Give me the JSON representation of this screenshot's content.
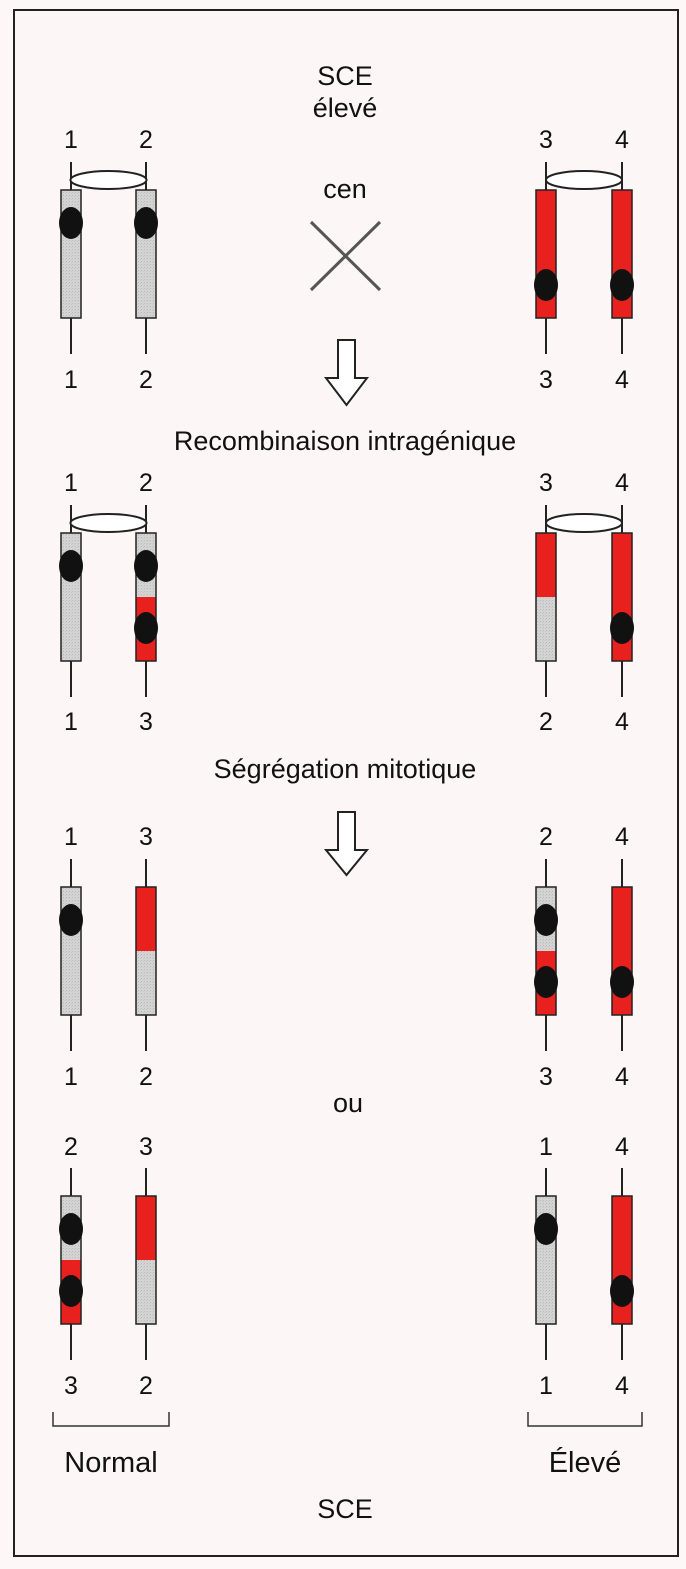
{
  "title": {
    "line1": "SCE",
    "line2": "élevé"
  },
  "cen_label": "cen",
  "steps": {
    "recombination": "Recombinaison intragénique",
    "segregation": "Ségrégation mitotique",
    "or": "ou"
  },
  "groups": {
    "normal": "Normal",
    "high": "Élevé"
  },
  "footer": "SCE",
  "colors": {
    "grey": "#d6d6d6",
    "red": "#e8201e",
    "dot": "#111111",
    "line": "#222222"
  },
  "panels": [
    {
      "id": "parents",
      "chromatids": [
        {
          "top_label": "1",
          "bottom_label": "1",
          "segments": [
            "grey",
            "grey"
          ],
          "dots": [
            "upper"
          ]
        },
        {
          "top_label": "2",
          "bottom_label": "2",
          "segments": [
            "grey",
            "grey"
          ],
          "dots": [
            "upper"
          ]
        },
        {
          "top_label": "3",
          "bottom_label": "3",
          "segments": [
            "red",
            "red"
          ],
          "dots": [
            "lower"
          ]
        },
        {
          "top_label": "4",
          "bottom_label": "4",
          "segments": [
            "red",
            "red"
          ],
          "dots": [
            "lower"
          ]
        }
      ]
    },
    {
      "id": "after-recombination",
      "chromatids": [
        {
          "top_label": "1",
          "bottom_label": "1",
          "segments": [
            "grey",
            "grey"
          ],
          "dots": [
            "upper"
          ]
        },
        {
          "top_label": "2",
          "bottom_label": "3",
          "segments": [
            "grey",
            "red"
          ],
          "dots": [
            "upper",
            "lower"
          ]
        },
        {
          "top_label": "3",
          "bottom_label": "2",
          "segments": [
            "red",
            "grey"
          ],
          "dots": []
        },
        {
          "top_label": "4",
          "bottom_label": "4",
          "segments": [
            "red",
            "red"
          ],
          "dots": [
            "lower"
          ]
        }
      ]
    },
    {
      "id": "segregation-option-1",
      "chromatids": [
        {
          "top_label": "1",
          "bottom_label": "1",
          "segments": [
            "grey",
            "grey"
          ],
          "dots": [
            "upper"
          ]
        },
        {
          "top_label": "3",
          "bottom_label": "2",
          "segments": [
            "red",
            "grey"
          ],
          "dots": []
        },
        {
          "top_label": "2",
          "bottom_label": "3",
          "segments": [
            "grey",
            "red"
          ],
          "dots": [
            "upper",
            "lower"
          ]
        },
        {
          "top_label": "4",
          "bottom_label": "4",
          "segments": [
            "red",
            "red"
          ],
          "dots": [
            "lower"
          ]
        }
      ]
    },
    {
      "id": "segregation-option-2",
      "chromatids": [
        {
          "top_label": "2",
          "bottom_label": "3",
          "segments": [
            "grey",
            "red"
          ],
          "dots": [
            "upper",
            "lower"
          ]
        },
        {
          "top_label": "3",
          "bottom_label": "2",
          "segments": [
            "red",
            "grey"
          ],
          "dots": []
        },
        {
          "top_label": "1",
          "bottom_label": "1",
          "segments": [
            "grey",
            "grey"
          ],
          "dots": [
            "upper"
          ]
        },
        {
          "top_label": "4",
          "bottom_label": "4",
          "segments": [
            "red",
            "red"
          ],
          "dots": [
            "lower"
          ]
        }
      ]
    }
  ]
}
